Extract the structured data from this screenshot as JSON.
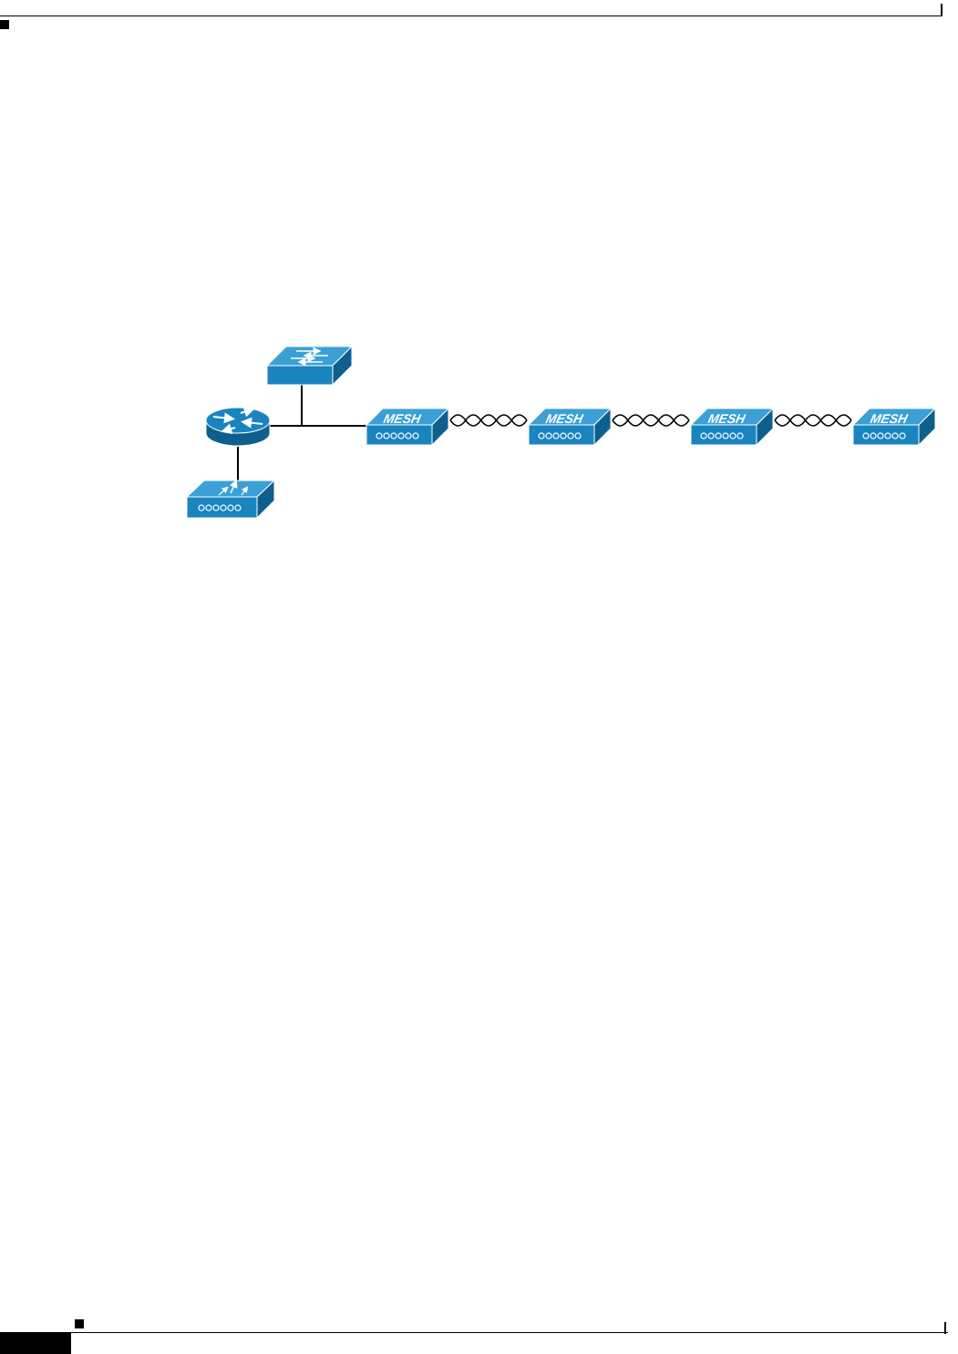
{
  "diagram": {
    "colors": {
      "device_face": "#1a84bf",
      "device_side": "#0e5f8c",
      "device_top": "#3aa0d6",
      "link": "#000000"
    },
    "icons": [
      "router-icon",
      "switch-icon",
      "controller-icon",
      "mesh-ap-icon"
    ],
    "mesh_nodes": [
      {
        "label": "MESH",
        "role": "root-ap"
      },
      {
        "label": "MESH",
        "role": "mesh-ap"
      },
      {
        "label": "MESH",
        "role": "mesh-ap"
      },
      {
        "label": "MESH",
        "role": "mesh-ap"
      }
    ]
  }
}
